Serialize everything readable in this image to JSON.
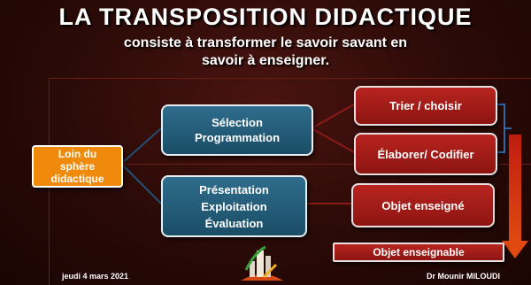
{
  "title": {
    "line1": "LA TRANSPOSITION DIDACTIQUE",
    "line2": "consiste à transformer le savoir savant en",
    "line3": "savoir à enseigner."
  },
  "diagram": {
    "root": "Loin du sphère didactique",
    "middle_top": [
      "Sélection",
      "Programmation"
    ],
    "middle_bottom": [
      "Présentation",
      "Exploitation",
      "Évaluation"
    ],
    "right_top": "Trier / choisir",
    "right_mid": "Élaborer/ Codifier",
    "right_bottom": "Objet enseigné",
    "bottom_label": "Objet enseignable"
  },
  "footer": {
    "date": "jeudi 4 mars 2021",
    "author": "Dr Mounir MILOUDI"
  },
  "colors": {
    "blue_box": "#1f5673",
    "red_box": "#a01c18",
    "orange_box": "#f08a0c",
    "arrow": "#d42b12"
  }
}
